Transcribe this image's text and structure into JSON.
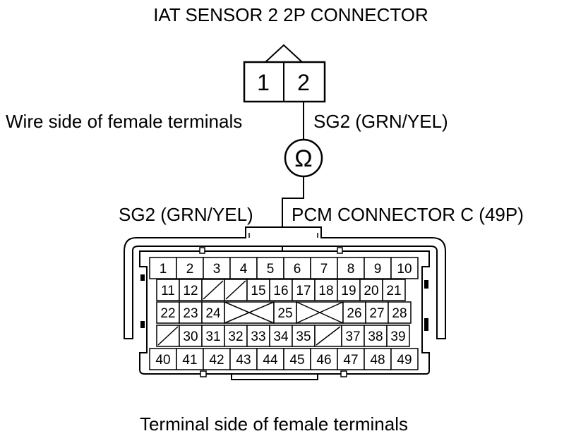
{
  "labels": {
    "title": "IAT SENSOR 2 2P CONNECTOR",
    "wire_side": "Wire side of female terminals",
    "wire_top": "SG2 (GRN/YEL)",
    "wire_pcm": "SG2 (GRN/YEL)",
    "pcm_connector": "PCM CONNECTOR C (49P)",
    "terminal_side": "Terminal side of female terminals",
    "ohm_symbol": "Ω"
  },
  "sensor_pins": [
    "1",
    "2"
  ],
  "pcm_rows": [
    [
      "1",
      "2",
      "3",
      "4",
      "5",
      "6",
      "7",
      "8",
      "9",
      "10"
    ],
    [
      "11",
      "12",
      "",
      "",
      "15",
      "16",
      "17",
      "18",
      "19",
      "20",
      "21"
    ],
    [
      "22",
      "23",
      "24",
      "",
      "25",
      "",
      "26",
      "27",
      "28"
    ],
    [
      "",
      "30",
      "31",
      "32",
      "33",
      "34",
      "35",
      "",
      "37",
      "38",
      "39"
    ],
    [
      "40",
      "41",
      "42",
      "43",
      "44",
      "45",
      "46",
      "47",
      "48",
      "49"
    ]
  ],
  "highlighted_pin": "16"
}
